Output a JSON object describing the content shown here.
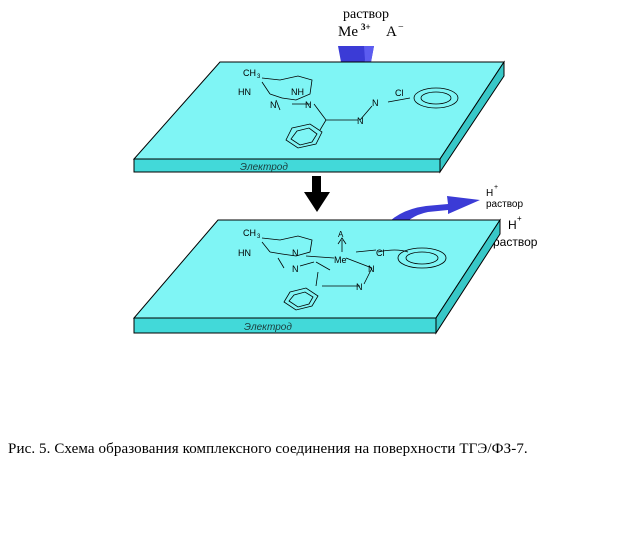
{
  "top_label": {
    "solution": "раствор",
    "metal": "Me",
    "metal_charge": "3+",
    "anion": "A",
    "anion_charge": "−"
  },
  "plates": {
    "top_name": "Электрод",
    "bottom_name": "Электрод"
  },
  "top_molecule": {
    "ch3": "CH",
    "ch3_sub": "3",
    "hn": "HN",
    "nh": "NH",
    "n1": "N",
    "n2": "N",
    "cl": "Cl"
  },
  "bottom_molecule": {
    "ch3": "CH",
    "ch3_sub": "3",
    "hn": "HN",
    "n1": "N",
    "n2": "N",
    "n3": "N",
    "me": "Me",
    "a": "A",
    "cl": "Cl"
  },
  "released": {
    "upper": "H",
    "upper_charge": "+",
    "upper_solution": "раствор",
    "lower": "H",
    "lower_charge": "+",
    "lower_solution": "раствор"
  },
  "caption": "Рис. 5. Схема образования комплексного соединения на поверхности ТГЭ/ФЗ-7.",
  "colors": {
    "plate_top": "#7ff5f5",
    "plate_side": "#42d9d9",
    "arrow_blue": "#3b3bd6",
    "outline": "#000000"
  }
}
